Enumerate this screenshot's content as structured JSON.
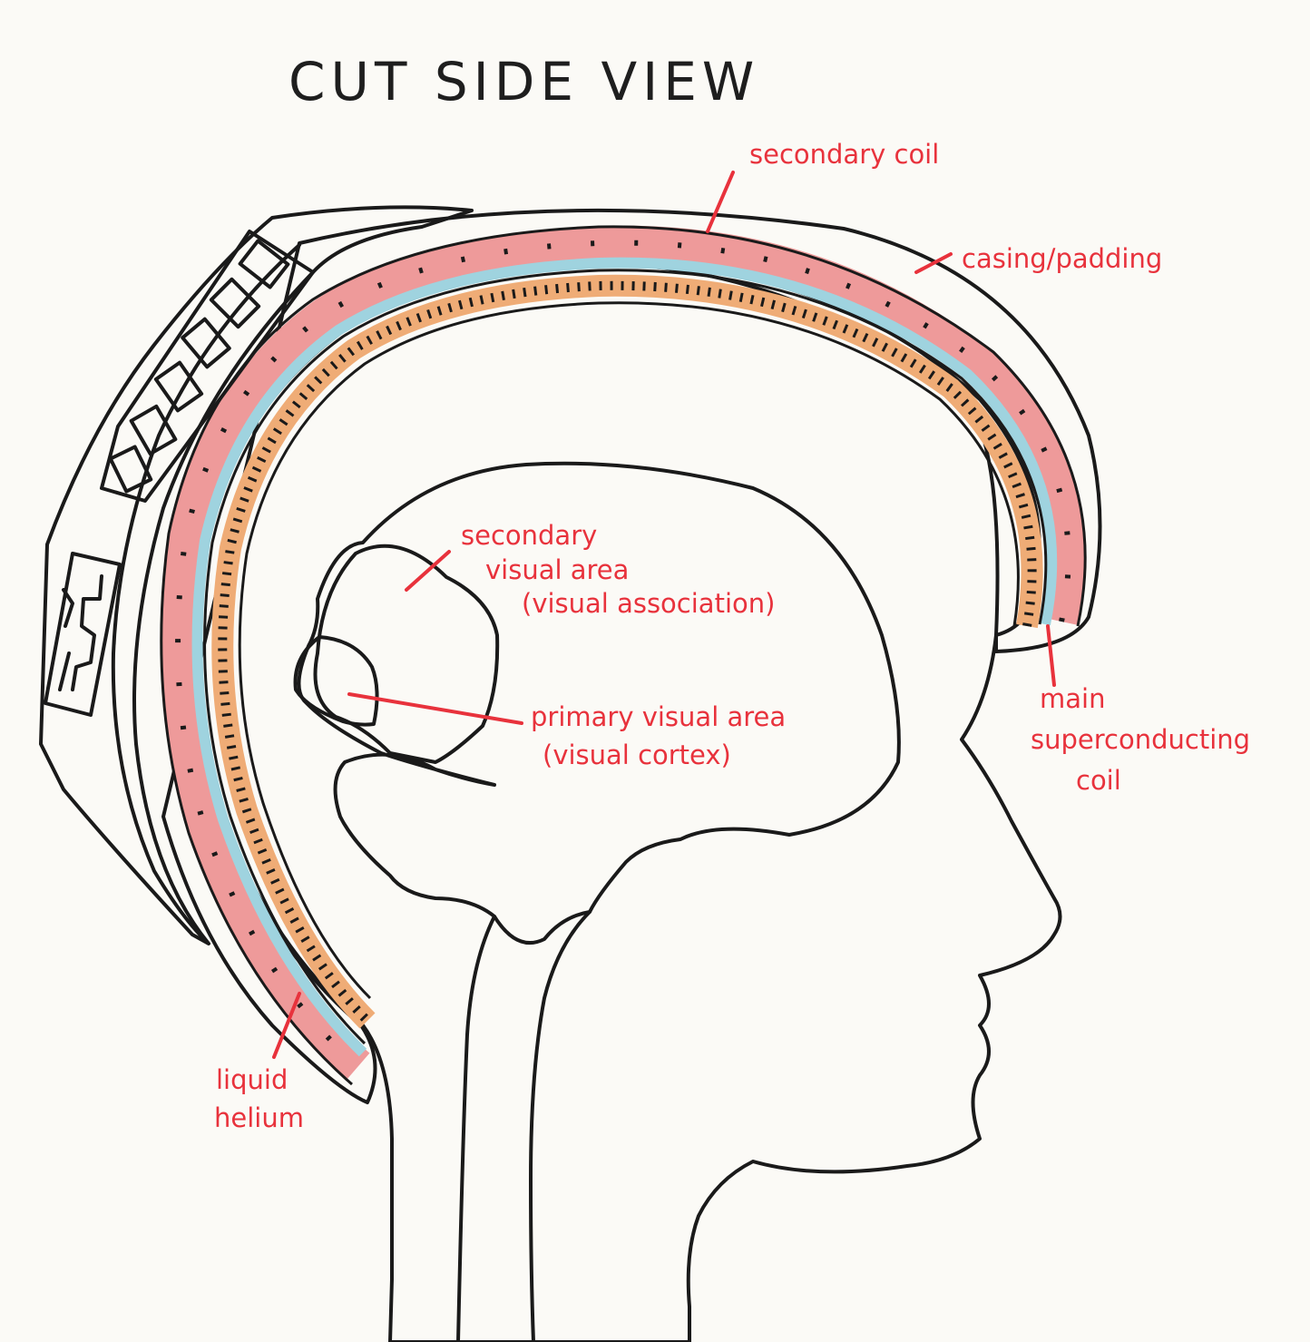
{
  "title": "CUT SIDE VIEW",
  "colors": {
    "label": "#e8323c",
    "outline": "#1a1a1a",
    "head_fill": "#f6e7bd",
    "brain_fill": "#ffffff",
    "casing": "#ffffff",
    "secondary_coil": "#ee9a9a",
    "liquid_helium": "#9fd3df",
    "main_coil": "#efac76",
    "electronics_housing": "#a9a9a9",
    "circuit_panel": "#c6dca0",
    "chip_panel": "#efe6f3",
    "secondary_visual_area": "#e6d3f1",
    "primary_visual_area": "#b49ad8"
  },
  "labels": {
    "secondary_coil": "secondary coil",
    "casing_padding": "casing/padding",
    "secondary_visual_1": "secondary",
    "secondary_visual_2": "visual area",
    "secondary_visual_3": "(visual association)",
    "primary_visual_1": "primary visual area",
    "primary_visual_2": "(visual cortex)",
    "main_coil_1": "main",
    "main_coil_2": "superconducting",
    "main_coil_3": "coil",
    "liquid_helium_1": "liquid",
    "liquid_helium_2": "helium"
  }
}
